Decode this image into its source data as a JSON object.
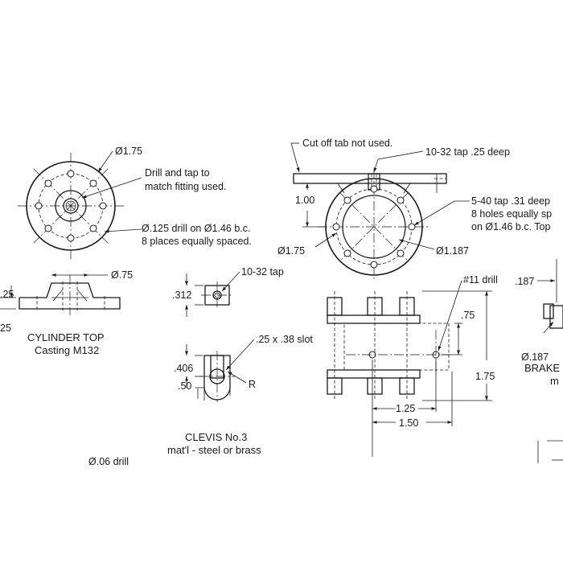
{
  "cylinder_top": {
    "dia_outer": "Ø1.75",
    "note_drill_tap_1": "Drill and tap to",
    "note_drill_tap_2": "match fitting used.",
    "note_holes_1": "Ø.125 drill on Ø1.46 b.c.",
    "note_holes_2": "8 places equally spaced.",
    "dia_boss": "Ø.75",
    "dim_25_a": ".25",
    "dim_25_b": "25",
    "title": "CYLINDER TOP",
    "subtitle": "Casting M132"
  },
  "clevis": {
    "tap_note": "10-32 tap",
    "dim_312": ".312",
    "dim_406": ".406",
    "slot_note": ".25 x .38 slot",
    "radius_label": "R",
    "dim_50": ".50",
    "title": "CLEVIS No.3",
    "material": "mat'l - steel or brass",
    "cut_text": "Ø.06 drill"
  },
  "cylinder_flange": {
    "cut_off_note": "Cut off tab not used.",
    "tap_top_note": "10-32 tap .25 deep",
    "dim_100": "1.00",
    "tap_540_note_1": "5-40 tap .31 deep",
    "tap_540_note_2": "8 holes equally sp",
    "tap_540_note_3": "on Ø1.46 b.c. Top",
    "dia_outer": "Ø1.75",
    "dia_inner": "Ø1.187"
  },
  "frame": {
    "drill_note": "#11 drill",
    "dim_75": ".75",
    "dim_175": "1.75",
    "dim_125": "1.25",
    "dim_150": "1.50"
  },
  "brake": {
    "dim_187": ".187",
    "dia_187": "Ø.187",
    "title_partial": "BRAKE",
    "sub_partial": "m"
  }
}
